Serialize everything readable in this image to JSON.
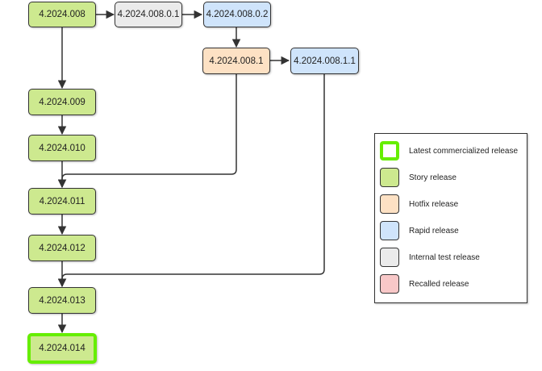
{
  "nodes": {
    "v2024_008": "4.2024.008",
    "v2024_008_0_1": "4.2024.008.0.1",
    "v2024_008_0_2": "4.2024.008.0.2",
    "v2024_008_1": "4.2024.008.1",
    "v2024_008_1_1": "4.2024.008.1.1",
    "v2024_009": "4.2024.009",
    "v2024_010": "4.2024.010",
    "v2024_011": "4.2024.011",
    "v2024_012": "4.2024.012",
    "v2024_013": "4.2024.013",
    "v2024_014": "4.2024.014"
  },
  "legend": {
    "items": [
      {
        "label": "Latest commercialized release",
        "color": "#ffffff",
        "border": "#66ee00"
      },
      {
        "label": "Story release",
        "color": "#cde98f"
      },
      {
        "label": "Hotfix release",
        "color": "#fde1c4"
      },
      {
        "label": "Rapid release",
        "color": "#cfe4fb"
      },
      {
        "label": "Internal test release",
        "color": "#ebebeb"
      },
      {
        "label": "Recalled release",
        "color": "#f8c8c8"
      }
    ]
  },
  "colors": {
    "story": "#cde98f",
    "internal": "#ebebeb",
    "rapid": "#cfe4fb",
    "hotfix": "#fde1c4",
    "recalled": "#f8c8c8",
    "latest_border": "#66ee00",
    "edge": "#333333"
  }
}
